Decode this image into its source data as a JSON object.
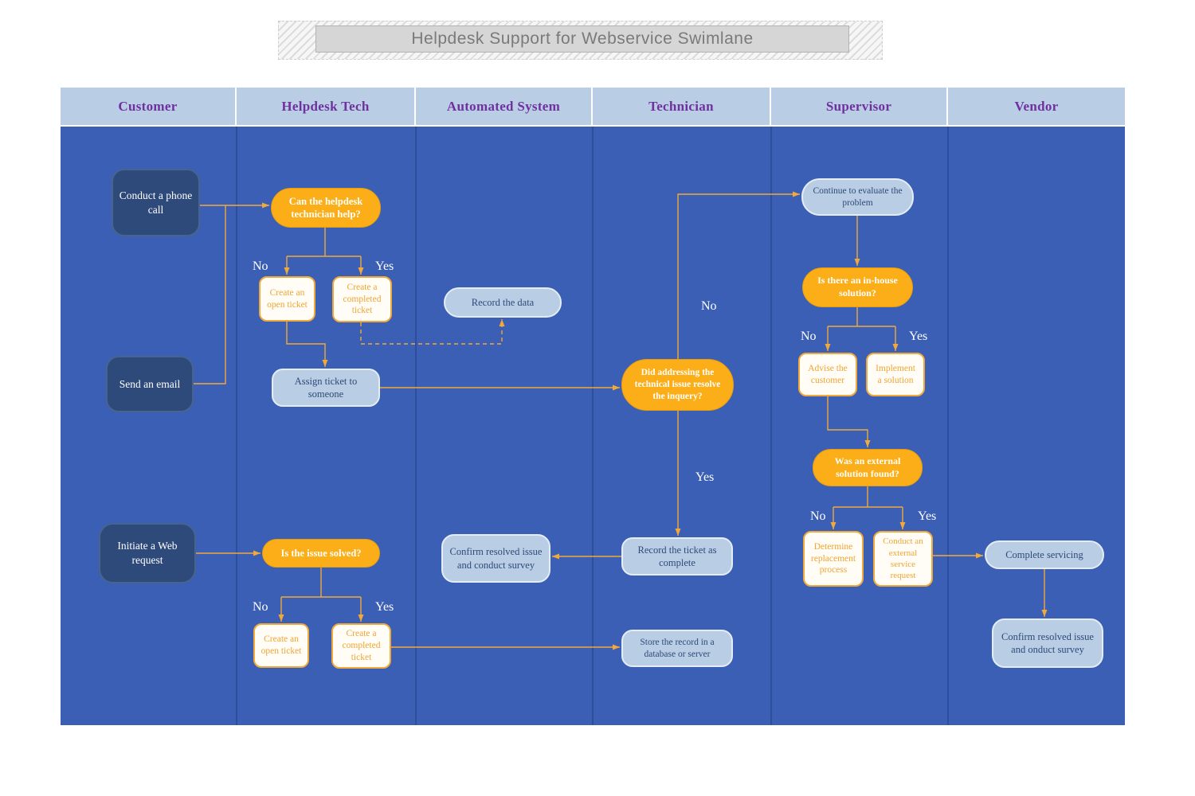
{
  "title": "Helpdesk Support for Webservice Swimlane",
  "lanes": [
    {
      "label": "Customer"
    },
    {
      "label": "Helpdesk Tech"
    },
    {
      "label": "Automated System"
    },
    {
      "label": "Technician"
    },
    {
      "label": "Supervisor"
    },
    {
      "label": "Vendor"
    }
  ],
  "nodes": {
    "conduct_phone_call": {
      "label": "Conduct a phone call"
    },
    "send_email": {
      "label": "Send an email"
    },
    "initiate_web_request": {
      "label": "Initiate a Web request"
    },
    "can_helpdesk_help": {
      "label": "Can the helpdesk technician help?"
    },
    "create_open_ticket_1": {
      "label": "Create an open ticket"
    },
    "create_completed_ticket_1": {
      "label": "Create a completed ticket"
    },
    "assign_ticket": {
      "label": "Assign ticket to someone"
    },
    "record_the_data": {
      "label": "Record the data"
    },
    "did_issue_resolve": {
      "label": "Did addressing the technical issue resolve the inquery?"
    },
    "continue_evaluate": {
      "label": "Continue to evaluate the problem"
    },
    "inhouse_solution": {
      "label": "Is there an in-house solution?"
    },
    "advise_customer": {
      "label": "Advise the customer"
    },
    "implement_solution": {
      "label": "Implement a solution"
    },
    "external_solution_found": {
      "label": "Was an external solution found?"
    },
    "determine_replacement": {
      "label": "Determine replacement process"
    },
    "conduct_external_request": {
      "label": "Conduct an external service request"
    },
    "complete_servicing": {
      "label": "Complete servicing"
    },
    "confirm_survey_vendor": {
      "label": "Confirm resolved issue and onduct survey"
    },
    "is_issue_solved": {
      "label": "Is the issue solved?"
    },
    "create_open_ticket_2": {
      "label": "Create an open ticket"
    },
    "create_completed_ticket_2": {
      "label": "Create a completed ticket"
    },
    "confirm_survey_system": {
      "label": "Confirm resolved issue and conduct survey"
    },
    "record_ticket_complete": {
      "label": "Record the ticket as complete"
    },
    "store_record": {
      "label": "Store the record in a database or server"
    }
  },
  "edge_labels": {
    "helpdesk_no": "No",
    "helpdesk_yes": "Yes",
    "technician_no": "No",
    "technician_yes": "Yes",
    "inhouse_no": "No",
    "inhouse_yes": "Yes",
    "external_no": "No",
    "external_yes": "Yes",
    "solved_no": "No",
    "solved_yes": "Yes"
  },
  "colors": {
    "lane_body": "#3A5FB4",
    "lane_header_bg": "#B9CDE4",
    "lane_header_text": "#7030A0",
    "start_node_bg": "#2E4A7A",
    "decision_node_bg": "#FBAE17",
    "task_node_border": "#F2A93B",
    "process_node_bg": "#B9CDE4",
    "connector": "#F2A93B"
  }
}
